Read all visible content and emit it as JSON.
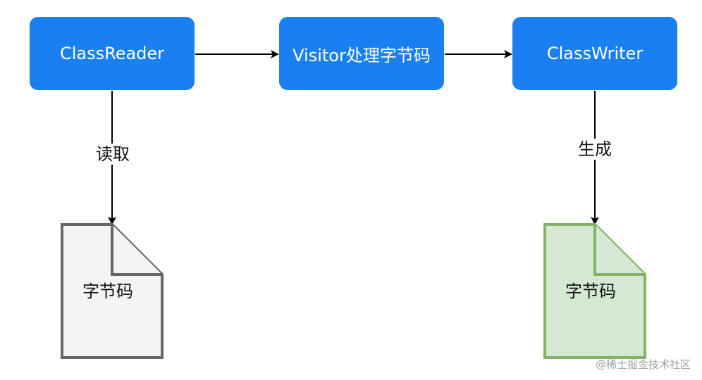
{
  "colors": {
    "box_fill": "#1a7ff0",
    "arrow": "#000000",
    "doc_left_fill": "#f4f4f4",
    "doc_left_stroke": "#666666",
    "doc_right_fill": "#d5e8d4",
    "doc_right_stroke": "#82b366"
  },
  "nodes": {
    "class_reader": "ClassReader",
    "visitor": "Visitor处理字节码",
    "class_writer": "ClassWriter"
  },
  "edges": {
    "read_label": "读取",
    "generate_label": "生成"
  },
  "documents": {
    "left_label": "字节码",
    "right_label": "字节码"
  },
  "watermark": "@稀土掘金技术社区"
}
